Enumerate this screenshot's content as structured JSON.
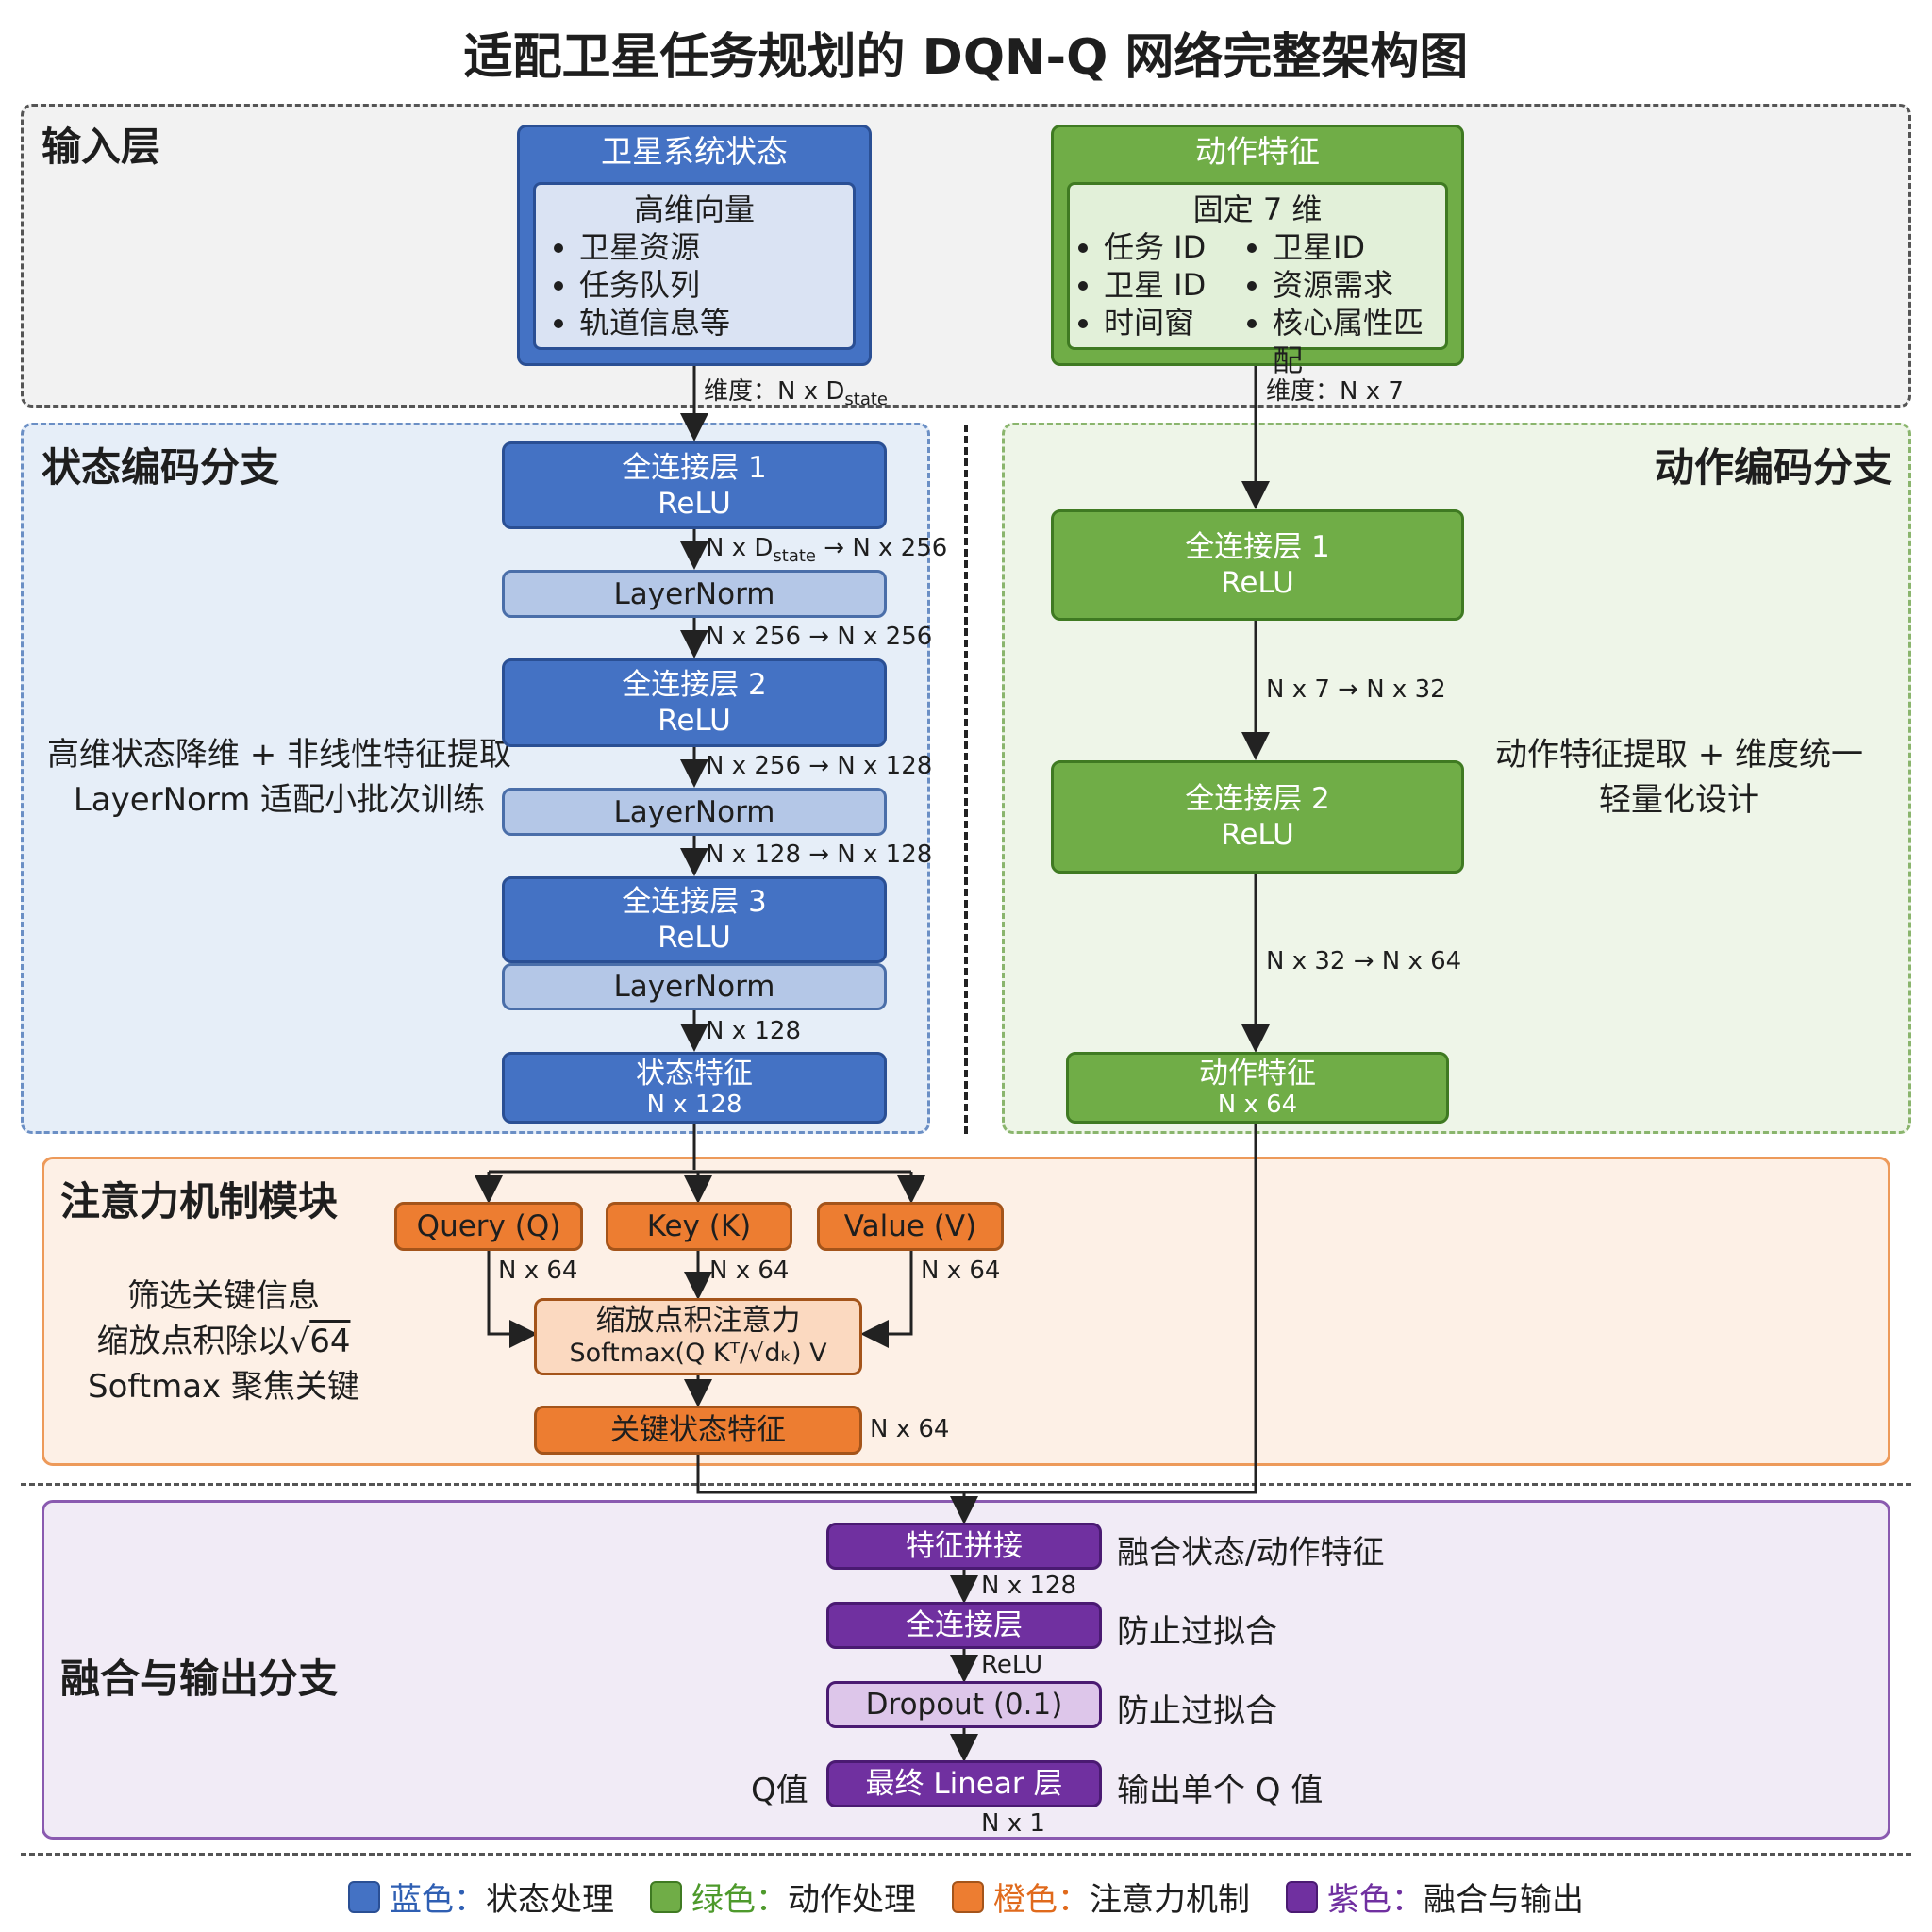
{
  "title": "适配卫星任务规划的 DQN-Q 网络完整架构图",
  "input_layer": {
    "label": "输入层",
    "state_box": {
      "title": "卫星系统状态",
      "heading": "高维向量",
      "items": [
        "卫星资源",
        "任务队列",
        "轨道信息等"
      ],
      "dim_prefix": "维度：N x D",
      "dim_sub": "state"
    },
    "action_box": {
      "title": "动作特征",
      "heading": "固定 7 维",
      "items_left": [
        "任务 ID",
        "卫星 ID",
        "时间窗"
      ],
      "items_right": [
        "卫星ID",
        "资源需求",
        "核心属性匹配"
      ],
      "dim": "维度：N x 7"
    }
  },
  "state_branch": {
    "label": "状态编码分支",
    "note_line1": "高维状态降维 + 非线性特征提取",
    "note_line2": "LayerNorm 适配小批次训练",
    "fc1": {
      "name": "全连接层 1",
      "act": "ReLU"
    },
    "dim1_prefix": "N x D",
    "dim1_sub": "state",
    "dim1_suffix": " → N x 256",
    "ln1": "LayerNorm",
    "dim2": "N x 256 → N x 256",
    "fc2": {
      "name": "全连接层 2",
      "act": "ReLU"
    },
    "dim3": "N x 256 → N x 128",
    "ln2": "LayerNorm",
    "dim4": "N x 128 → N x 128",
    "fc3": {
      "name": "全连接层 3",
      "act": "ReLU"
    },
    "ln3": "LayerNorm",
    "dim5": "N x 128",
    "out": {
      "name": "状态特征",
      "dim": "N x 128"
    }
  },
  "action_branch": {
    "label": "动作编码分支",
    "note_line1": "动作特征提取 + 维度统一",
    "note_line2": "轻量化设计",
    "fc1": {
      "name": "全连接层 1",
      "act": "ReLU"
    },
    "dim1": "N x 7 → N x 32",
    "fc2": {
      "name": "全连接层 2",
      "act": "ReLU"
    },
    "dim2": "N x 32 → N x 64",
    "out": {
      "name": "动作特征",
      "dim": "N x 64"
    }
  },
  "attention": {
    "label": "注意力机制模块",
    "note_line1": "筛选关键信息",
    "note_line2_prefix": "缩放点积除以",
    "note_line2_sqrt": "64",
    "note_line3": "Softmax 聚焦关键",
    "query": "Query (Q)",
    "key": "Key (K)",
    "value": "Value (V)",
    "dim": "N x 64",
    "sdpa_title": "缩放点积注意力",
    "sdpa_formula": "Softmax(Q Kᵀ/√dₖ) V",
    "out": "关键状态特征",
    "out_dim": "N x 64"
  },
  "fusion": {
    "label": "融合与输出分支",
    "concat": "特征拼接",
    "concat_note": "融合状态/动作特征",
    "dim1": "N x 128",
    "fc": "全连接层",
    "fc_note": "防止过拟合",
    "relu": "ReLU",
    "dropout": "Dropout (0.1)",
    "dropout_note": "防止过拟合",
    "q_label": "Q值",
    "linear": "最终 Linear 层",
    "linear_note": "输出单个 Q 值",
    "out_dim": "N x 1"
  },
  "legend": [
    {
      "key": "蓝色：",
      "desc": "状态处理",
      "color": "#4472c4",
      "text_color": "#2f5fb3"
    },
    {
      "key": "绿色：",
      "desc": "动作处理",
      "color": "#70ad47",
      "text_color": "#4e9a2c"
    },
    {
      "key": "橙色：",
      "desc": "注意力机制",
      "color": "#ed7d31",
      "text_color": "#e06a1c"
    },
    {
      "key": "紫色：",
      "desc": "融合与输出",
      "color": "#7030a0",
      "text_color": "#7030a0"
    }
  ]
}
